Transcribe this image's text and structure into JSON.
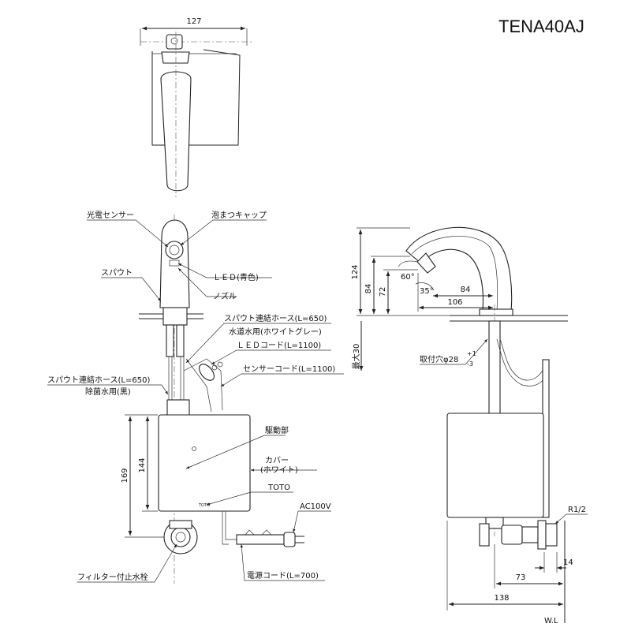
{
  "title": "TENA40AJ",
  "top_view": {
    "width_dim": "127"
  },
  "front_view": {
    "labels": {
      "sensor": "光電センサー",
      "aerator": "泡まつキャップ",
      "spout": "スパウト",
      "led": "ＬＥＤ(青色)",
      "nozzle": "ノズル",
      "hose_tap": "スパウト連結ホース(L=650)",
      "hose_tap_sub": "水道水用(ホワイトグレー)",
      "led_cord": "ＬＥＤコード(L=1100)",
      "sensor_cord": "センサーコード(L=1100)",
      "hose_sterile": "スパウト連結ホース(L=650)",
      "hose_sterile_sub": "除菌水用(黒)",
      "drive": "駆動部",
      "cover": "カバー",
      "cover_sub": "(ホワイト)",
      "brand": "TOTO",
      "power": "AC100V",
      "filter_valve": "フィルター付止水栓",
      "power_cord": "電源コード(L=700)"
    },
    "dims": {
      "h169": "169",
      "h144": "144"
    }
  },
  "side_view": {
    "dims": {
      "h124": "124",
      "h84": "84",
      "h72": "72",
      "ang60": "60°",
      "ang35": "35°",
      "d84": "84",
      "d106": "106",
      "max30": "最大30",
      "hole": "取付穴φ28",
      "tol_plus": "+1",
      "tol_minus": "-3",
      "r12": "R1/2",
      "d14": "14",
      "d73": "73",
      "d138": "138",
      "wl": "W.L"
    }
  }
}
